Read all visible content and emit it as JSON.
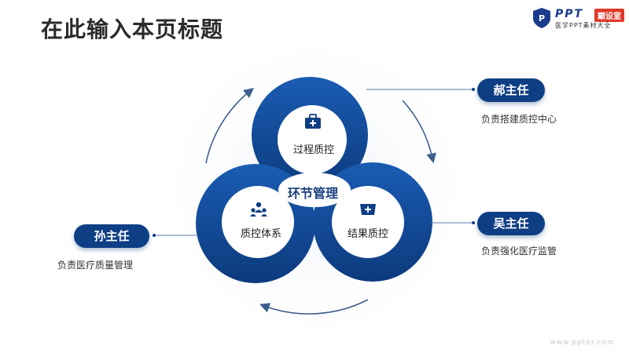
{
  "title": "在此输入本页标题",
  "logo": {
    "brand": "PPT",
    "badge": "巅设室",
    "subtitle": "医学PPT素材大全"
  },
  "diagram": {
    "center": "环节管理",
    "nodes": [
      {
        "label": "过程质控",
        "icon": "medical-kit-icon"
      },
      {
        "label": "质控体系",
        "icon": "team-icon"
      },
      {
        "label": "结果质控",
        "icon": "nurse-cap-icon"
      }
    ]
  },
  "roles": [
    {
      "name": "郝主任",
      "desc": "负责搭建质控中心"
    },
    {
      "name": "吴主任",
      "desc": "负责强化医疗监管"
    },
    {
      "name": "孙主任",
      "desc": "负责医疗质量管理"
    }
  ],
  "colors": {
    "primary": "#0e3e84",
    "ring": "#1552a3",
    "text": "#2b2b2b"
  },
  "watermark": "www.ppter.com"
}
